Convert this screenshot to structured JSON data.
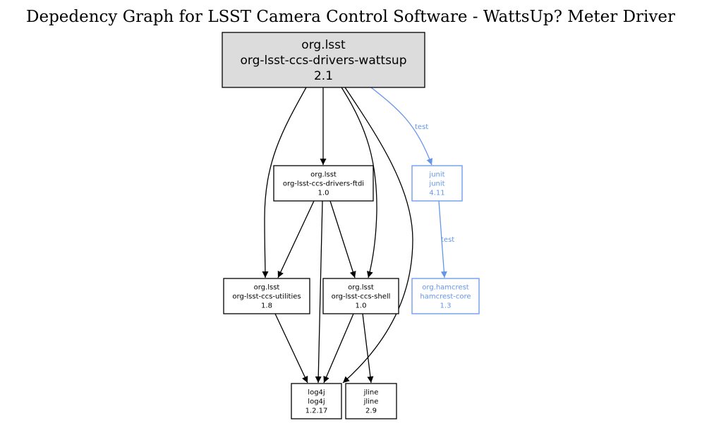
{
  "title": "Depedency Graph for LSST Camera Control Software - WattsUp? Meter Driver",
  "colors": {
    "compile": "#000000",
    "test": "#6495ed",
    "root_fill": "#dcdcdc",
    "node_fill": "#ffffff"
  },
  "nodes": [
    {
      "id": "wattsup",
      "group": "org.lsst",
      "artifact": "org-lsst-ccs-drivers-wattsup",
      "version": "2.1",
      "root": true,
      "scope": "compile"
    },
    {
      "id": "ftdi",
      "group": "org.lsst",
      "artifact": "org-lsst-ccs-drivers-ftdi",
      "version": "1.0",
      "scope": "compile"
    },
    {
      "id": "junit",
      "group": "junit",
      "artifact": "junit",
      "version": "4.11",
      "scope": "test"
    },
    {
      "id": "utilities",
      "group": "org.lsst",
      "artifact": "org-lsst-ccs-utilities",
      "version": "1.8",
      "scope": "compile"
    },
    {
      "id": "shell",
      "group": "org.lsst",
      "artifact": "org-lsst-ccs-shell",
      "version": "1.0",
      "scope": "compile"
    },
    {
      "id": "hamcrest",
      "group": "org.hamcrest",
      "artifact": "hamcrest-core",
      "version": "1.3",
      "scope": "test"
    },
    {
      "id": "log4j",
      "group": "log4j",
      "artifact": "log4j",
      "version": "1.2.17",
      "scope": "compile"
    },
    {
      "id": "jline",
      "group": "jline",
      "artifact": "jline",
      "version": "2.9",
      "scope": "compile"
    }
  ],
  "edges": [
    {
      "from": "wattsup",
      "to": "ftdi",
      "scope": "compile",
      "label": ""
    },
    {
      "from": "wattsup",
      "to": "utilities",
      "scope": "compile",
      "label": ""
    },
    {
      "from": "wattsup",
      "to": "shell",
      "scope": "compile",
      "label": ""
    },
    {
      "from": "wattsup",
      "to": "log4j",
      "scope": "compile",
      "label": ""
    },
    {
      "from": "wattsup",
      "to": "junit",
      "scope": "test",
      "label": "test"
    },
    {
      "from": "junit",
      "to": "hamcrest",
      "scope": "test",
      "label": "test"
    },
    {
      "from": "ftdi",
      "to": "utilities",
      "scope": "compile",
      "label": ""
    },
    {
      "from": "ftdi",
      "to": "shell",
      "scope": "compile",
      "label": ""
    },
    {
      "from": "ftdi",
      "to": "log4j",
      "scope": "compile",
      "label": ""
    },
    {
      "from": "utilities",
      "to": "log4j",
      "scope": "compile",
      "label": ""
    },
    {
      "from": "shell",
      "to": "log4j",
      "scope": "compile",
      "label": ""
    },
    {
      "from": "shell",
      "to": "jline",
      "scope": "compile",
      "label": ""
    }
  ]
}
